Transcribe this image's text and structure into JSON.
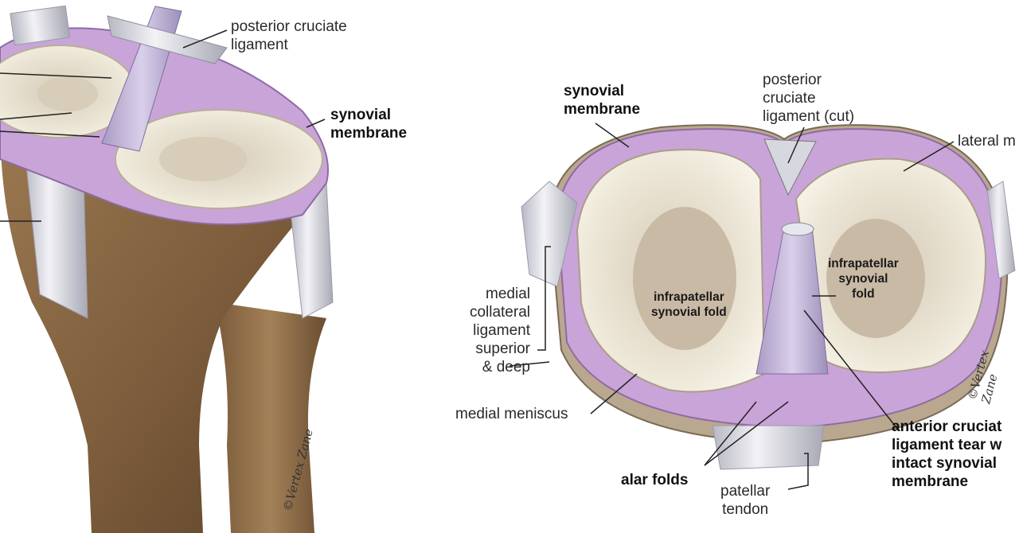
{
  "left_panel": {
    "labels": {
      "pcl": "posterior cruciate\nligament",
      "synovial": "synovial\nmembrane"
    },
    "signature": "©Vertex Zane"
  },
  "right_panel": {
    "labels": {
      "synovial": "synovial\nmembrane",
      "pcl_cut": "posterior\ncruciate\nligament (cut)",
      "lateral": "lateral m",
      "mcl": "medial\ncollateral\nligament\nsuperior\n& deep",
      "medial_meniscus": "medial meniscus",
      "infra_left": "infrapatellar\nsynovial fold",
      "infra_right": "infrapatellar\nsynovial\nfold",
      "acl_tear": "anterior cruciat\nligament tear w\nintact synovial\nmembrane",
      "alar": "alar folds",
      "patellar": "patellar\ntendon"
    },
    "signature": "©Vertex Zane"
  },
  "colors": {
    "synovial": "#c9a4d8",
    "meniscus": "#ece7da",
    "bone": "#8c6a45",
    "plateau": "#cfc3b4"
  }
}
